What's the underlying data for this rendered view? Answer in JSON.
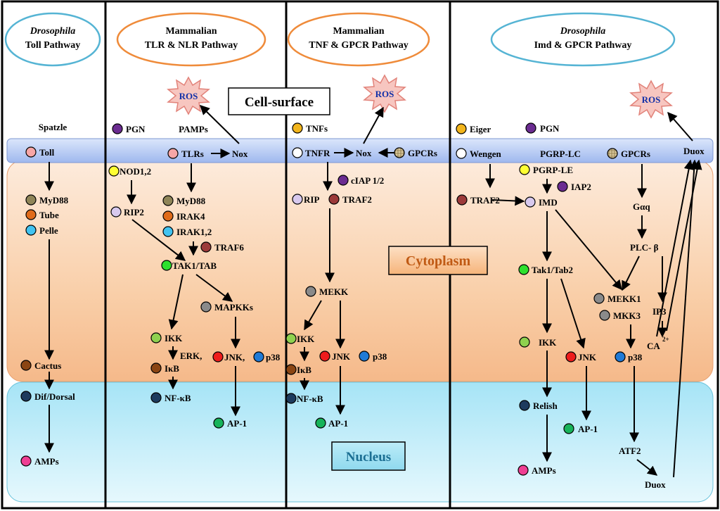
{
  "headers": {
    "toll": {
      "line1": "Drosophila",
      "line2": "Toll Pathway"
    },
    "tlr": {
      "line1": "Mammalian",
      "line2": "TLR & NLR Pathway"
    },
    "tnf": {
      "line1": "Mammalian",
      "line2": "TNF & GPCR Pathway"
    },
    "imd": {
      "line1": "Drosophila",
      "line2": "Imd & GPCR Pathway"
    }
  },
  "compartments": {
    "cell_surface": "Cell-surface",
    "cytoplasm": "Cytoplasm",
    "nucleus": "Nucleus"
  },
  "toll": {
    "spatzle": "Spatzle",
    "toll": "Toll",
    "myd88": "MyD88",
    "tube": "Tube",
    "pelle": "Pelle",
    "cactus": "Cactus",
    "dif": "Dif/Dorsal",
    "amps": "AMPs"
  },
  "tlr": {
    "ros": "ROS",
    "pgn": "PGN",
    "pamps": "PAMPs",
    "tlrs": "TLRs",
    "nox": "Nox",
    "nod": "NOD1,2",
    "rip2": "RIP2",
    "myd88": "MyD88",
    "irak4": "IRAK4",
    "irak12": "IRAK1,2",
    "traf6": "TRAF6",
    "tak": "TAK1/TAB",
    "mapkks": "MAPKKs",
    "ikk": "IKK",
    "erk": "ERK,",
    "ikb": "IκB",
    "jnk": "JNK,",
    "p38": "p38",
    "nfkb": "NF-κB",
    "ap1": "AP-1"
  },
  "tnf": {
    "ros": "ROS",
    "tnfs": "TNFs",
    "tnfr": "TNFR",
    "nox": "Nox",
    "gpcrs": "GPCRs",
    "ciap": "cIAP 1/2",
    "rip": "RIP",
    "traf2": "TRAF2",
    "mekk": "MEKK",
    "ikk": "IKK",
    "jnk": "JNK",
    "p38": "p38",
    "ikb": "IκB",
    "nfkb": "NF-κB",
    "ap1": "AP-1"
  },
  "imd": {
    "ros": "ROS",
    "eiger": "Eiger",
    "pgn": "PGN",
    "wengen": "Wengen",
    "pgrplc": "PGRP-LC",
    "gpcrs": "GPCRs",
    "duox_top": "Duox",
    "pgrple": "PGRP-LE",
    "iap2": "IAP2",
    "traf2": "TRAF2",
    "imd": "IMD",
    "gaq": "Gαq",
    "plcb": "PLC- β",
    "tak": "Tak1/Tab2",
    "mekk1": "MEKK1",
    "ip3": "IP3",
    "mkk3": "MKK3",
    "ca": "CA",
    "ca_sup": "2+",
    "ikk": "IKK",
    "jnk": "JNK",
    "p38": "p38",
    "relish": "Relish",
    "ap1": "AP-1",
    "atf2": "ATF2",
    "amps": "AMPs",
    "duox_bottom": "Duox"
  },
  "colors": {
    "pink": "#f7a6a6",
    "olive": "#8f8558",
    "orange": "#e06b1a",
    "sky": "#42c3f0",
    "brown": "#8b4513",
    "navy": "#1d3b5e",
    "magenta": "#ee3f93",
    "purple": "#6b2c91",
    "yellow": "#ffff33",
    "lavender": "#d8c9ee",
    "maroon": "#9c3a3a",
    "green": "#2ee02e",
    "lightgreen": "#8fd14f",
    "gray": "#8a8a8a",
    "red": "#ee1c1c",
    "blue": "#1f7ad6",
    "teal": "#16b35a",
    "gold": "#f2b51c",
    "white": "#ffffff",
    "wheat": "#c8b68a"
  }
}
